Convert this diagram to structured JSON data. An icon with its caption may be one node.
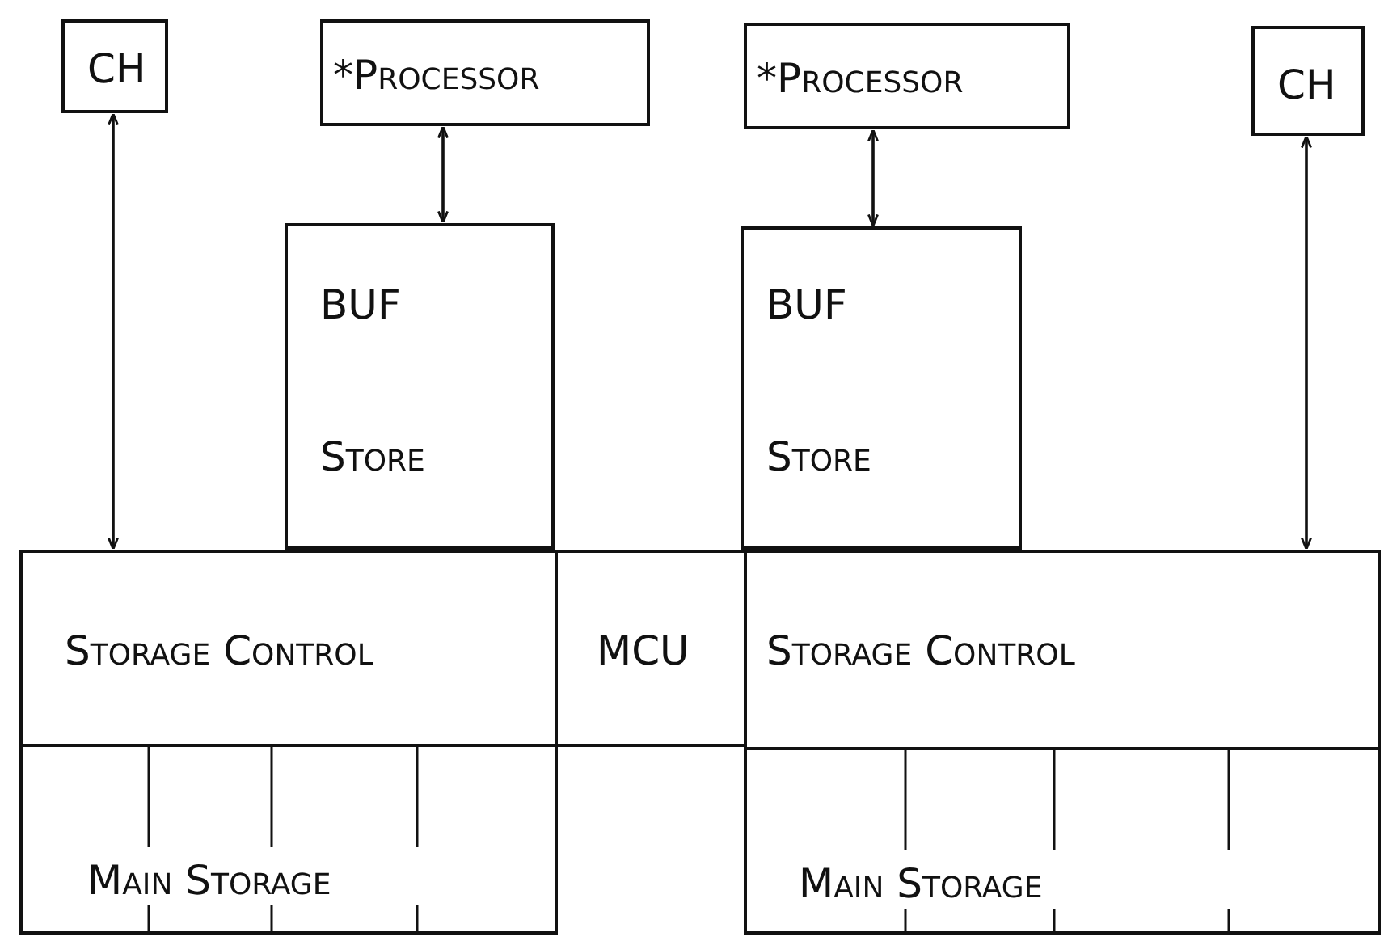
{
  "diagram": {
    "nodes": [
      {
        "text": [
          "CH"
        ]
      },
      {
        "text": [
          "*Processor"
        ]
      },
      {
        "text": [
          "*Processor"
        ]
      },
      {
        "text": [
          "CH"
        ]
      },
      {
        "text": [
          "BUF",
          "Store"
        ]
      },
      {
        "text": [
          "BUF",
          "Store"
        ]
      },
      {
        "text": [
          "Storage Control"
        ]
      },
      {
        "text": [
          "MCU"
        ]
      },
      {
        "text": [
          "Storage Control"
        ]
      },
      {
        "text": [
          "Main Storage"
        ]
      },
      {
        "text": [
          "Main Storage"
        ]
      }
    ],
    "edges": [
      {
        "from": 0,
        "to": 6,
        "arrow": "both"
      },
      {
        "from": 1,
        "to": 4,
        "arrow": "both"
      },
      {
        "from": 2,
        "to": 5,
        "arrow": "both"
      },
      {
        "from": 3,
        "to": 8,
        "arrow": "both"
      }
    ]
  }
}
